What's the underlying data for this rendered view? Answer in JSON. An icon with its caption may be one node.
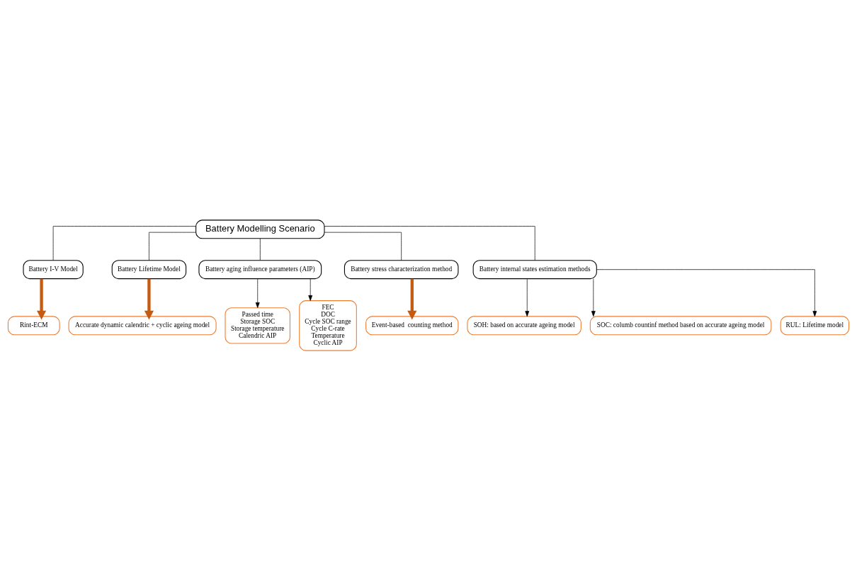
{
  "diagram": {
    "nodes": [
      {
        "text": [
          "Battery Modelling Scenario"
        ]
      },
      {
        "text": [
          "Battery I-V Model"
        ]
      },
      {
        "text": [
          "Battery Lifetime Model"
        ]
      },
      {
        "text": [
          "Battery aging influence parameters (AIP)"
        ]
      },
      {
        "text": [
          "Battery stress characterization method"
        ]
      },
      {
        "text": [
          "Battery internal states estimation methods"
        ]
      },
      {
        "text": [
          "Rint-ECM"
        ]
      },
      {
        "text": [
          "Accurate dynamic calendric + cyclic ageing model"
        ]
      },
      {
        "text": [
          "Passed time",
          "Storage SOC",
          "Storage temperature",
          "Calendric AIP"
        ]
      },
      {
        "text": [
          "FEC",
          "DOC",
          "Cycle SOC range",
          "Cycle C-rate",
          "Temperature",
          "Cyclic AIP"
        ]
      },
      {
        "text": [
          "Event-based  counting method"
        ]
      },
      {
        "text": [
          "SOH: based on accurate ageing model"
        ]
      },
      {
        "text": [
          "SOC: columb countinf method based on accurate ageing model"
        ]
      },
      {
        "text": [
          "RUL: Lifetime model"
        ]
      }
    ],
    "edges": [
      {
        "from": 0,
        "to": 1,
        "arrow": "none"
      },
      {
        "from": 0,
        "to": 2,
        "arrow": "none"
      },
      {
        "from": 0,
        "to": 3,
        "arrow": "none"
      },
      {
        "from": 0,
        "to": 4,
        "arrow": "none"
      },
      {
        "from": 0,
        "to": 5,
        "arrow": "none"
      },
      {
        "from": 1,
        "to": 6,
        "arrow": "to",
        "style": "thick",
        "color": "#c55a11"
      },
      {
        "from": 2,
        "to": 7,
        "arrow": "to",
        "style": "thick",
        "color": "#c55a11"
      },
      {
        "from": 3,
        "to": 8,
        "arrow": "to"
      },
      {
        "from": 3,
        "to": 9,
        "arrow": "to"
      },
      {
        "from": 4,
        "to": 10,
        "arrow": "to",
        "style": "thick",
        "color": "#c55a11"
      },
      {
        "from": 5,
        "to": 11,
        "arrow": "to"
      },
      {
        "from": 5,
        "to": 12,
        "arrow": "to"
      },
      {
        "from": 5,
        "to": 13,
        "arrow": "to"
      }
    ]
  }
}
